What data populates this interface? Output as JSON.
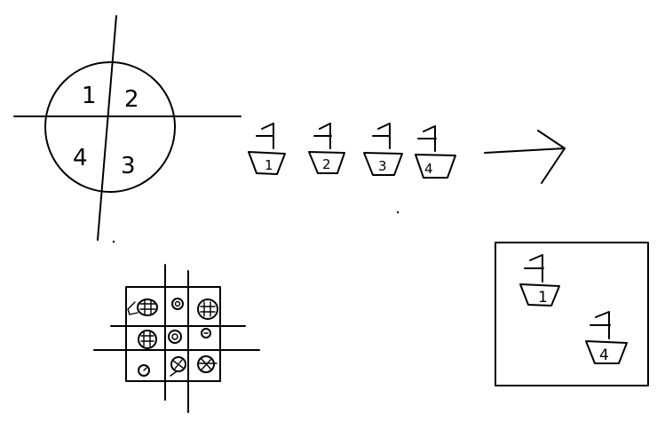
{
  "quadrant_diagram": {
    "labels": [
      "1",
      "2",
      "4",
      "3"
    ]
  },
  "boats_row": {
    "labels": [
      "1",
      "2",
      "3",
      "4"
    ]
  },
  "selected_box": {
    "labels": [
      "1",
      "4"
    ]
  }
}
